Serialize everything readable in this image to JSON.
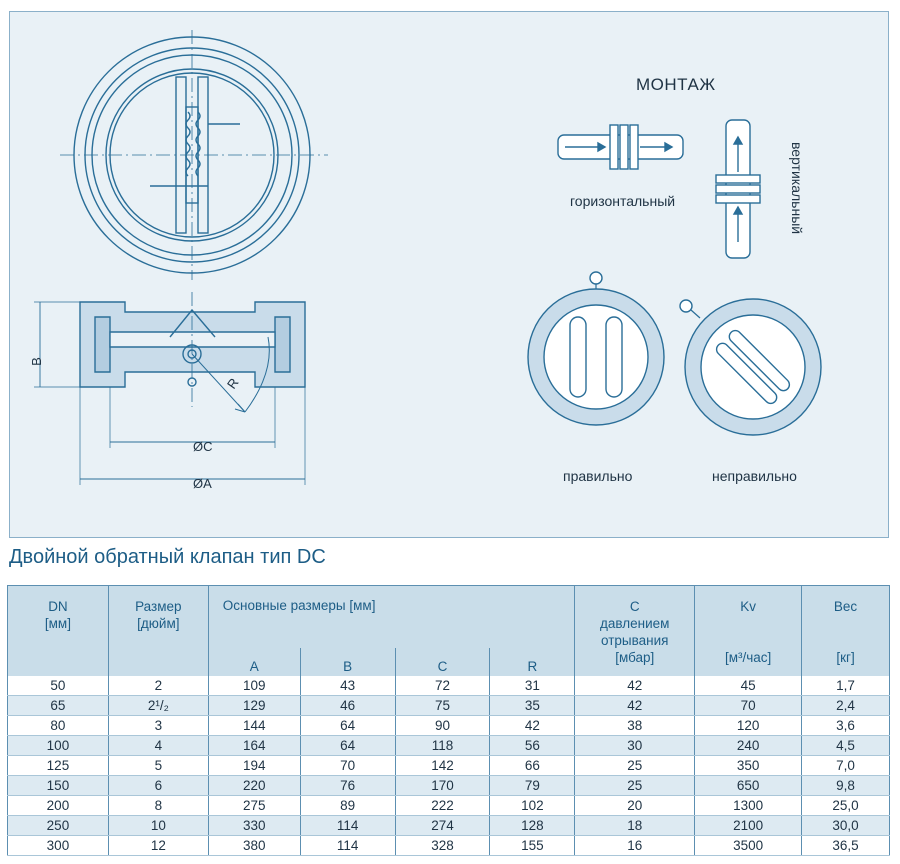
{
  "drawing": {
    "mount_title": "МОНТАЖ",
    "horizontal_label": "горизонтальный",
    "vertical_label": "вертикальный",
    "correct_label": "правильно",
    "incorrect_label": "неправильно",
    "dim_B": "B",
    "dim_C": "ØC",
    "dim_A": "ØA",
    "dim_R": "R"
  },
  "section_title": "Двойной обратный клапан тип DC",
  "table": {
    "headers": {
      "dn": [
        "DN",
        "[мм]"
      ],
      "size": [
        "Размер",
        "[дюйм]"
      ],
      "main_dims": "Основные размеры [мм]",
      "sub": [
        "A",
        "B",
        "C",
        "R"
      ],
      "pressure": [
        "C",
        "давлением",
        "отрывания",
        "[мбар]"
      ],
      "kv": [
        "Kv",
        "[м³/час]"
      ],
      "weight": [
        "Вес",
        "[кг]"
      ]
    },
    "rows": [
      [
        "50",
        "2",
        "109",
        "43",
        "72",
        "31",
        "42",
        "45",
        "1,7"
      ],
      [
        "65",
        "2¹/₂",
        "129",
        "46",
        "75",
        "35",
        "42",
        "70",
        "2,4"
      ],
      [
        "80",
        "3",
        "144",
        "64",
        "90",
        "42",
        "38",
        "120",
        "3,6"
      ],
      [
        "100",
        "4",
        "164",
        "64",
        "118",
        "56",
        "30",
        "240",
        "4,5"
      ],
      [
        "125",
        "5",
        "194",
        "70",
        "142",
        "66",
        "25",
        "350",
        "7,0"
      ],
      [
        "150",
        "6",
        "220",
        "76",
        "170",
        "79",
        "25",
        "650",
        "9,8"
      ],
      [
        "200",
        "8",
        "275",
        "89",
        "222",
        "102",
        "20",
        "1300",
        "25,0"
      ],
      [
        "250",
        "10",
        "330",
        "114",
        "274",
        "128",
        "18",
        "2100",
        "30,0"
      ],
      [
        "300",
        "12",
        "380",
        "114",
        "328",
        "155",
        "16",
        "3500",
        "36,5"
      ]
    ]
  }
}
